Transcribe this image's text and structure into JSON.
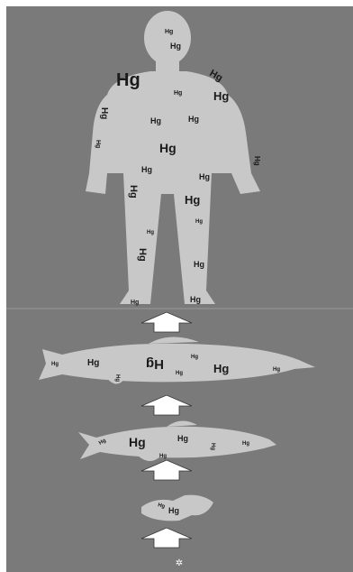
{
  "label": "Hg",
  "colors": {
    "background": "#7a7a7a",
    "silhouette": "#c8c8c8",
    "arrow": "#ffffff",
    "text": "#1a1a1a",
    "frame": "#ffffff",
    "divider": "#9a9a9a"
  },
  "food_chain": [
    "human",
    "large-fish",
    "medium-fish",
    "small-fish",
    "plankton"
  ]
}
